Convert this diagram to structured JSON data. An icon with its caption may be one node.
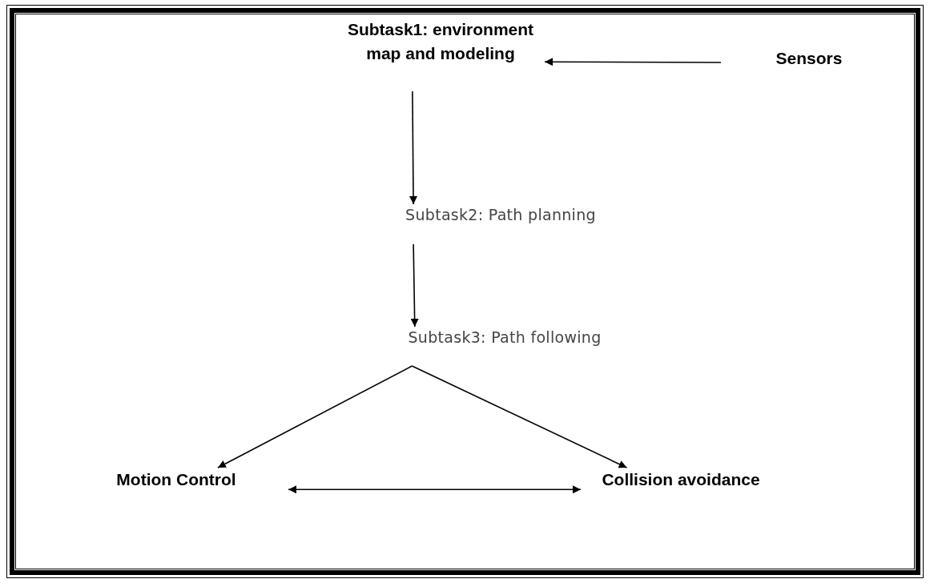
{
  "diagram": {
    "nodes": [
      {
        "text": [
          "Subtask1: environment map and modeling"
        ]
      },
      {
        "text": [
          "Sensors"
        ]
      },
      {
        "text": [
          "Subtask2: Path planning"
        ]
      },
      {
        "text": [
          "Subtask3: Path following"
        ]
      },
      {
        "text": [
          "Motion Control"
        ]
      },
      {
        "text": [
          "Collision avoidance"
        ]
      }
    ],
    "edges": [
      {
        "from": 1,
        "to": 0,
        "arrow": "to"
      },
      {
        "from": 0,
        "to": 2,
        "arrow": "to"
      },
      {
        "from": 2,
        "to": 3,
        "arrow": "to"
      },
      {
        "from": 3,
        "to": 4,
        "arrow": "to"
      },
      {
        "from": 3,
        "to": 5,
        "arrow": "to"
      },
      {
        "from": 4,
        "to": 5,
        "arrow": "both"
      }
    ]
  }
}
